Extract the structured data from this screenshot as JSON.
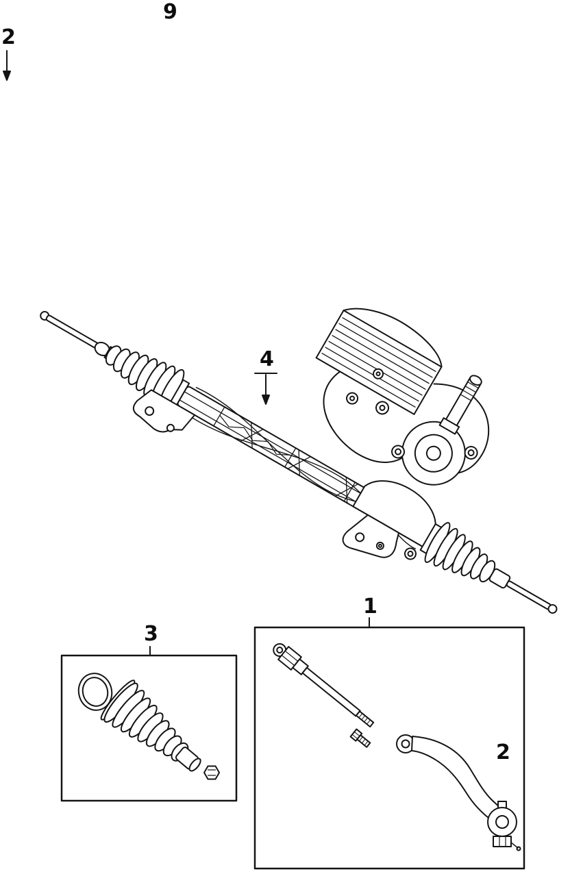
{
  "callouts": {
    "top_left_2": "2",
    "top_9": "9",
    "rack_4": "4",
    "tie_rod_box_1": "1",
    "boot_box_3": "3",
    "outer_end_2": "2"
  },
  "parts": {
    "assembly": "steering-gear-assembly",
    "box1": "inner-and-outer-tie-rod-kit",
    "box3": "steering-boot-kit"
  },
  "colors": {
    "line": "#141414",
    "background": "#ffffff"
  }
}
